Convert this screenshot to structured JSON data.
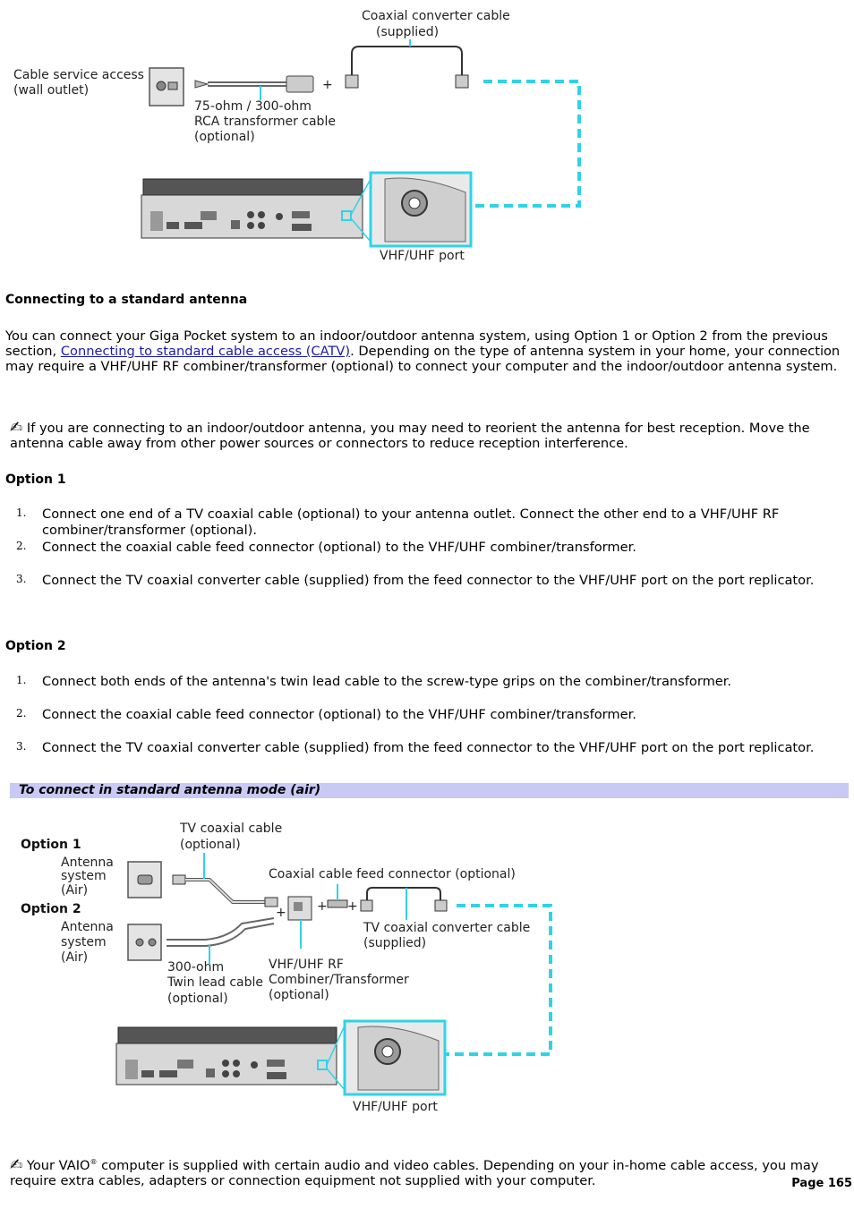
{
  "diagram1": {
    "labels": {
      "coax_converter": [
        "Coaxial converter cable",
        "(supplied)"
      ],
      "wall_outlet": [
        "Cable service access",
        "(wall outlet)"
      ],
      "transformer": [
        "75-ohm / 300-ohm",
        "RCA transformer cable",
        "(optional)"
      ],
      "plus": "+",
      "port": "VHF/UHF port"
    }
  },
  "antenna_section": {
    "heading": "Connecting to a standard antenna",
    "intro_before_link": "You can connect your Giga Pocket system to an indoor/outdoor antenna system, using Option 1 or Option 2 from the previous section, ",
    "intro_link": "Connecting to standard cable access (CATV)",
    "intro_after_link": ". Depending on the type of antenna system in your home, your connection may require a VHF/UHF RF combiner/transformer (optional) to connect your computer and the indoor/outdoor antenna system.",
    "note_text": " If you are connecting to an indoor/outdoor antenna, you may need to reorient the antenna for best reception. Move the antenna cable away from other power sources or connectors to reduce reception interference."
  },
  "option1": {
    "heading": "Option 1",
    "steps": [
      {
        "num": "1.",
        "text": "Connect one end of a TV coaxial cable (optional) to your antenna outlet. Connect the other end to a VHF/UHF RF combiner/transformer (optional)."
      },
      {
        "num": "2.",
        "text": "Connect the coaxial cable feed connector (optional) to the VHF/UHF combiner/transformer."
      },
      {
        "num": "3.",
        "text": "Connect the TV coaxial converter cable (supplied) from the feed connector to the VHF/UHF port on the port replicator."
      }
    ]
  },
  "option2": {
    "heading": "Option 2",
    "steps": [
      {
        "num": "1.",
        "text": "Connect both ends of the antenna's twin lead cable to the screw-type grips on the combiner/transformer."
      },
      {
        "num": "2.",
        "text": "Connect the coaxial cable feed connector (optional) to the VHF/UHF combiner/transformer."
      },
      {
        "num": "3.",
        "text": "Connect the TV coaxial converter cable (supplied) from the feed connector to the VHF/UHF port on the port replicator."
      }
    ]
  },
  "procedure_band": "To connect in standard antenna mode (air)",
  "diagram2": {
    "labels": {
      "option1": "Option 1",
      "option2": "Option 2",
      "antenna_air_1": [
        "Antenna",
        "system",
        "(Air)"
      ],
      "antenna_air_2": [
        "Antenna",
        "system",
        "(Air)"
      ],
      "tv_coax": [
        "TV coaxial cable",
        "(optional)"
      ],
      "feed_connector": "Coaxial cable feed connector (optional)",
      "tv_converter": [
        "TV coaxial converter cable",
        "(supplied)"
      ],
      "twin_lead": [
        "300-ohm",
        "Twin lead cable",
        "(optional)"
      ],
      "combiner": [
        "VHF/UHF RF",
        "Combiner/Transformer",
        "(optional)"
      ],
      "plus": "+",
      "port": "VHF/UHF port"
    }
  },
  "footer_note": {
    "text_before_reg": " Your VAIO",
    "reg": "®",
    "text_after_reg": " computer is supplied with certain audio and video cables. Depending on your in-home cable access, you may require extra cables, adapters or connection equipment not supplied with your computer."
  },
  "page_number": "Page 165",
  "colors": {
    "accent_cyan": "#2fd3e8",
    "band": "#c9c9f5",
    "link": "#1a1ab3"
  },
  "icons": {
    "note": "pencil-note-icon"
  }
}
